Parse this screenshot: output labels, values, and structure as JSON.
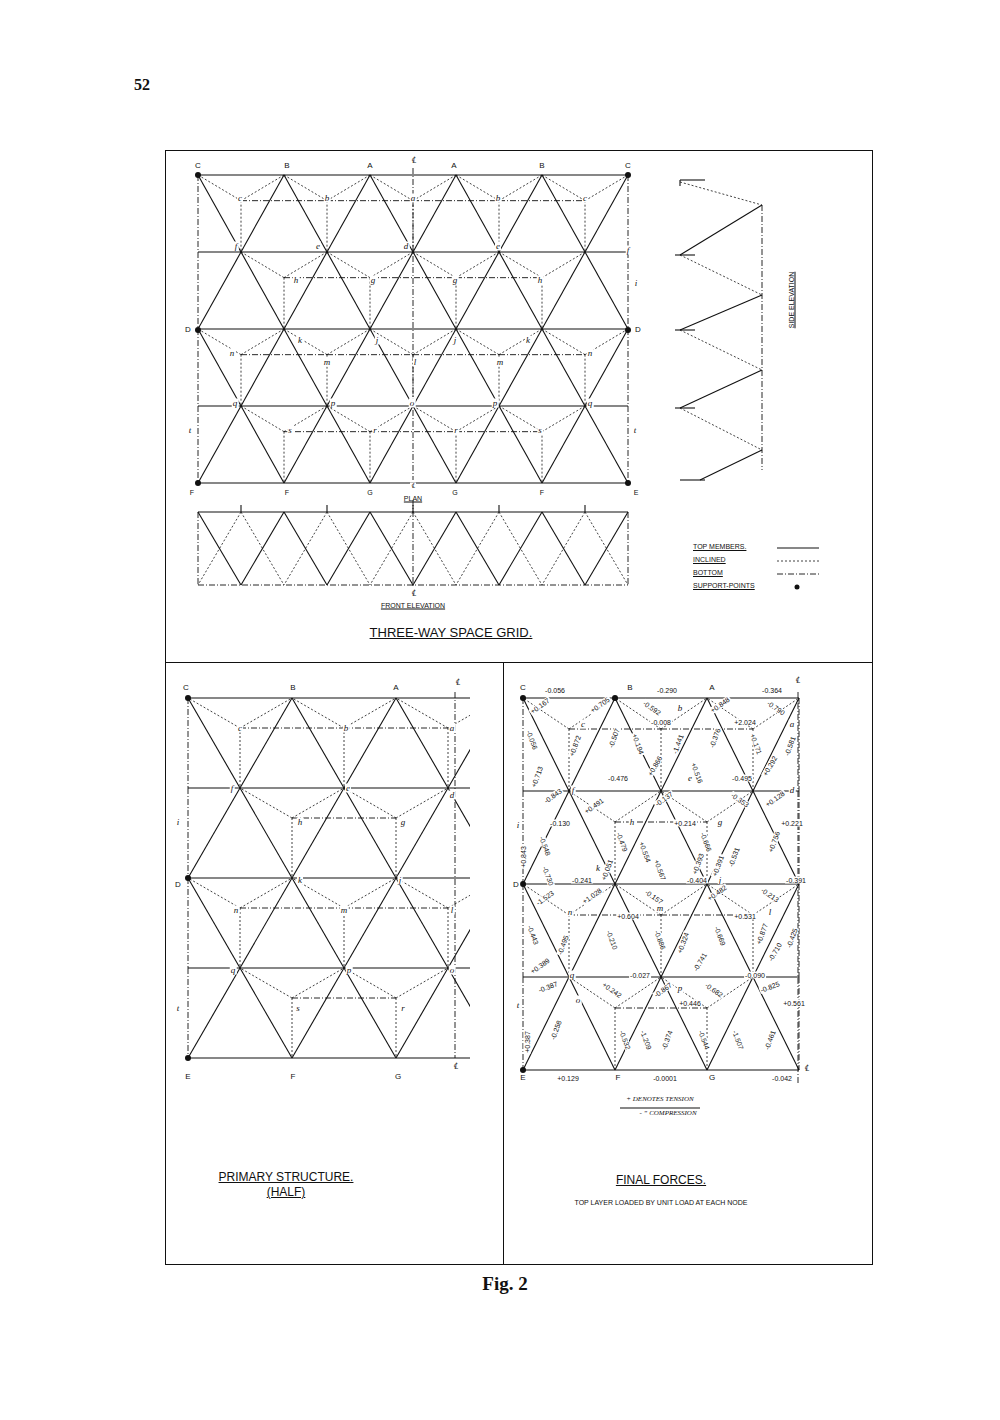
{
  "diagram": {
    "caption": "Fig. 2",
    "nodes": [
      {
        "text": [
          "THREE-WAY SPACE GRID."
        ]
      },
      {
        "text": [
          "PRIMARY STRUCTURE. (HALF)"
        ]
      },
      {
        "text": [
          "FINAL FORCES.",
          "TOP LAYER LOADED BY UNIT LOAD AT EACH NODE"
        ]
      }
    ],
    "labels": [
      "52",
      "℄",
      "C",
      "B",
      "A",
      "A",
      "B",
      "C",
      "c",
      "b",
      "a",
      "b",
      "c",
      "f",
      "e",
      "d",
      "e",
      "f",
      "i",
      "h",
      "g",
      "g",
      "h",
      "D",
      "D",
      "n",
      "k",
      "m",
      "j",
      "l",
      "j",
      "m",
      "k",
      "n",
      "q",
      "p",
      "o",
      "p",
      "q",
      "t",
      "s",
      "r",
      "r",
      "s",
      "t",
      "F",
      "F",
      "G",
      "℄",
      "G",
      "F",
      "E",
      "PLAN",
      "℄",
      "FRONT ELEVATION",
      "SIDE ELEVATION",
      "℄",
      "C",
      "B",
      "A",
      "c",
      "b",
      "a",
      "f",
      "e",
      "d",
      "i",
      "h",
      "g",
      "D",
      "k",
      "j",
      "n",
      "m",
      "l",
      "q",
      "p",
      "o",
      "t",
      "s",
      "r",
      "E",
      "F",
      "G",
      "℄",
      "C",
      "B",
      "℄",
      "A",
      "c",
      "b",
      "a",
      "f",
      "e",
      "d",
      "i",
      "h",
      "g",
      "D",
      "k",
      "j",
      "n",
      "m",
      "l",
      "q",
      "p",
      "o",
      "t",
      "E",
      "F",
      "G",
      "℄",
      "-0.056",
      "-0.290",
      "-0.364",
      "+0.167",
      "+0.705",
      "-0.592",
      "+0.848",
      "-0.790",
      "-0.008",
      "+2.024",
      "-0.056",
      "+0.872",
      "-0.507",
      "+0.194",
      "-1.441",
      "-0.376",
      "+0.171",
      "-0.581",
      "+0.713",
      "-0.476",
      "+0.866",
      "+0.516",
      "-0.495",
      "+0.292",
      "-0.843",
      "+0.491",
      "-0.137",
      "-0.353",
      "+0.128",
      "-0.130",
      "+0.214",
      "+0.221",
      "+0.843",
      "-0.548",
      "-0.479",
      "+0.554",
      "-0.666",
      "+0.393",
      "-0.531",
      "+0.756",
      "-0.730",
      "-0.241",
      "+0.051",
      "+0.567",
      "-0.404",
      "+0.391",
      "-0.391",
      "-1.523",
      "+1.028",
      "-0.157",
      "+0.482",
      "-0.213",
      "+0.604",
      "+0.531",
      "-0.443",
      "-0.495",
      "-0.210",
      "-0.886",
      "+0.324",
      "-0.669",
      "+0.877",
      "-0.425",
      "+0.389",
      "-0.027",
      "-0.741",
      "-0.090",
      "-0.710",
      "-0.387",
      "+0.242",
      "-0.867",
      "-0.682",
      "-0.825",
      "+0.446",
      "+0.561",
      "+0.387",
      "-0.258",
      "-0.532",
      "-1.209",
      "-0.374",
      "-0.544",
      "-1.507",
      "-0.461",
      "+0.129",
      "-0.0001",
      "-0.042",
      "+ DENOTES TENSION",
      "- ” COMPRESSION"
    ],
    "legend": [
      {
        "text": "TOP MEMBERS."
      },
      {
        "text": "INCLINED"
      },
      {
        "text": "BOTTOM"
      },
      {
        "text": "SUPPORT-POINTS"
      }
    ]
  }
}
